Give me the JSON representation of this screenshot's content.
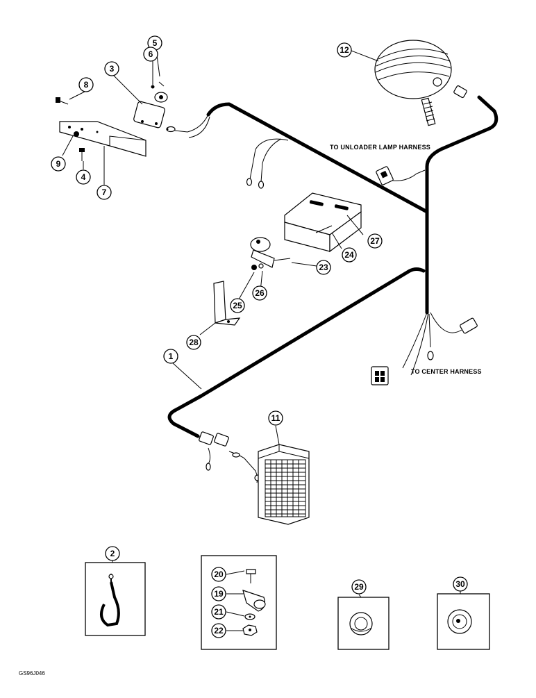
{
  "callouts": {
    "c1": "1",
    "c2": "2",
    "c3": "3",
    "c4": "4",
    "c5": "5",
    "c6": "6",
    "c7": "7",
    "c8": "8",
    "c9": "9",
    "c11": "11",
    "c12": "12",
    "c19": "19",
    "c20": "20",
    "c21": "21",
    "c22": "22",
    "c23": "23",
    "c24": "24",
    "c25": "25",
    "c26": "26",
    "c27": "27",
    "c28": "28",
    "c29": "29",
    "c30": "30"
  },
  "notes": {
    "unloader": "TO UNLOADER LAMP HARNESS",
    "center": "TO CENTER HARNESS"
  },
  "figure_id": "GS96J046"
}
